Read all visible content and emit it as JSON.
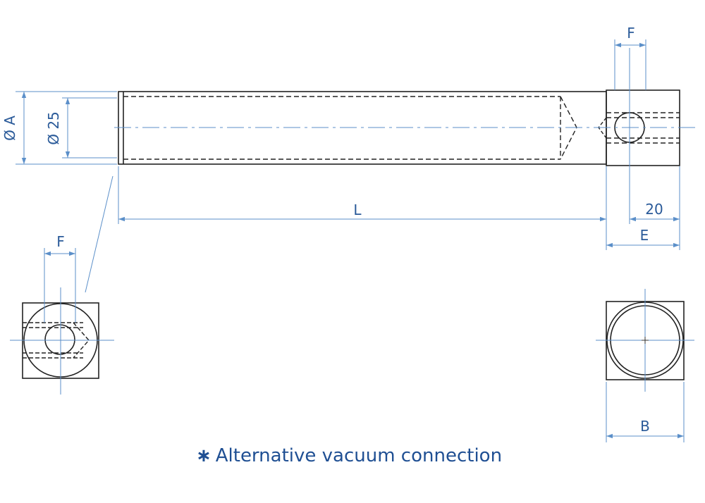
{
  "dimension_labels": {
    "dia_a": "Ø A",
    "dia_25": "Ø 25",
    "length": "L",
    "f_top": "F",
    "f_left": "F",
    "twenty": "20",
    "e": "E",
    "b": "B"
  },
  "note": {
    "symbol": "∗",
    "text": "Alternative vacuum connection"
  },
  "colors": {
    "outline": "#222222",
    "dimension": "#5b8fc9",
    "text": "#2a5a99"
  }
}
